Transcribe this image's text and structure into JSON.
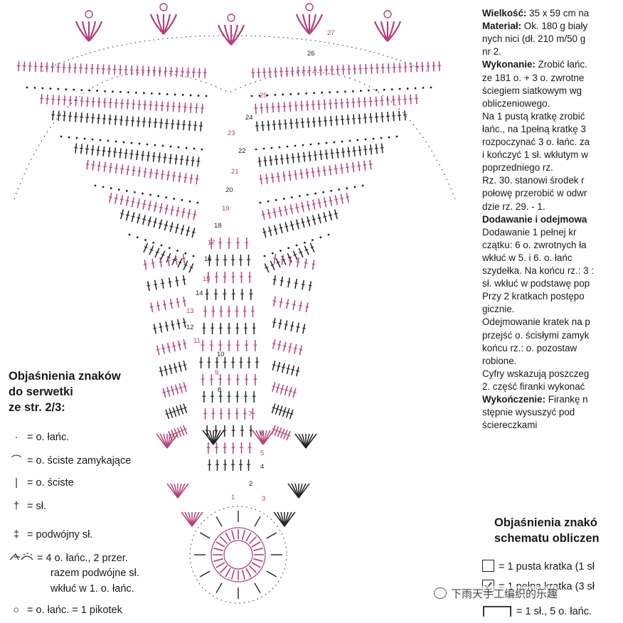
{
  "colors": {
    "pink": "#b5407a",
    "dark": "#222222"
  },
  "row_numbers": [
    "1",
    "2",
    "3",
    "4",
    "5",
    "6",
    "7",
    "8",
    "9",
    "10",
    "11",
    "12",
    "13",
    "14",
    "15",
    "16",
    "17",
    "18",
    "19",
    "20",
    "21",
    "22",
    "23",
    "24",
    "25",
    "26",
    "27"
  ],
  "legend": {
    "title": [
      "Objaśnienia znaków",
      "do serwetki",
      "ze str. 2/3:"
    ],
    "items": [
      {
        "icon": "dot-icon",
        "text": "= o. łańc."
      },
      {
        "icon": "arc-icon",
        "text": "= o. ściste zamykające"
      },
      {
        "icon": "bar-icon",
        "text": "= o. ściste"
      },
      {
        "icon": "dagger-icon",
        "text": "= sł."
      },
      {
        "icon": "double-dagger-icon",
        "text": "= podwójny sł."
      },
      {
        "icon": "cluster-icon",
        "text": "= 4 o. łańc., 2 przer.",
        "cont": [
          "razem podwójne sł.",
          "wkłuć w 1. o. łańc."
        ]
      },
      {
        "icon": "picot-icon",
        "text": "= o. łańc. = 1 pikotek"
      }
    ]
  },
  "instructions": {
    "lines": [
      [
        {
          "b": "Wielkość:"
        },
        {
          "t": " 35 x 59 cm na"
        }
      ],
      [
        {
          "b": "Materiał:"
        },
        {
          "t": " Ok. 180 g biały"
        }
      ],
      [
        {
          "t": "nych nici (dł. 210 m/50 g"
        }
      ],
      [
        {
          "t": "nr 2."
        }
      ],
      [
        {
          "b": "Wykonanie:"
        },
        {
          "t": " Zrobić łańc."
        }
      ],
      [
        {
          "t": "ze 181 o. + 3 o. zwrotne"
        }
      ],
      [
        {
          "t": "ściegiem siatkowym wg"
        }
      ],
      [
        {
          "t": "obliczeniowego."
        }
      ],
      [
        {
          "t": "Na 1 pustą kratkę zrobić"
        }
      ],
      [
        {
          "t": "łańc., na 1pełną kratkę 3"
        }
      ],
      [
        {
          "t": "rozpoczynać 3 o. łańc. za"
        }
      ],
      [
        {
          "t": "i kończyć 1 sł. wkłutym w"
        }
      ],
      [
        {
          "t": "poprzedniego rz."
        }
      ],
      [
        {
          "t": "Rz. 30. stanowi środek r"
        }
      ],
      [
        {
          "t": "połowę przerobić w odwr"
        }
      ],
      [
        {
          "t": "dzie rz. 29. - 1."
        }
      ],
      [
        {
          "b": "Dodawanie i odejmowa"
        }
      ],
      [
        {
          "t": "Dodawanie 1 pełnej kr"
        }
      ],
      [
        {
          "t": "czątku: 6 o. zwrotnych ła"
        }
      ],
      [
        {
          "t": "wkłuć w 5. i 6. o. łańc"
        }
      ],
      [
        {
          "t": "szydełka. Na końcu rz.: 3 :"
        }
      ],
      [
        {
          "t": "sł. wkłuć w podstawę pop"
        }
      ],
      [
        {
          "t": "Przy 2 kratkach postępo"
        }
      ],
      [
        {
          "t": "gicznie."
        }
      ],
      [
        {
          "t": "Odejmowanie kratek na p"
        }
      ],
      [
        {
          "t": "przejść o. ścisłymi zamyk"
        }
      ],
      [
        {
          "t": "końcu rz.: o. pozostaw"
        }
      ],
      [
        {
          "t": "robione."
        }
      ],
      [
        {
          "t": "Cyfry wskazują poszczeg"
        }
      ],
      [
        {
          "t": "2. część firanki wykonać"
        }
      ],
      [
        {
          "b": "Wykończenie:"
        },
        {
          "t": " Firankę n"
        }
      ],
      [
        {
          "t": "stępnie wysuszyć pod"
        }
      ],
      [
        {
          "t": "ściereczkami"
        }
      ]
    ]
  },
  "legend_right": {
    "title": [
      "Objaśnienia znakó",
      "schematu obliczen"
    ],
    "items": [
      {
        "icon": "empty-box-icon",
        "text": "= 1 pusta kratka (1 sł"
      },
      {
        "icon": "filled-box-icon",
        "text": "= 1 pełna kratka (3 sł"
      },
      {
        "icon": "bracket-icon",
        "text": "= 1 sł., 5 o. łańc."
      }
    ]
  },
  "watermark": "下雨天手工编织的乐趣"
}
